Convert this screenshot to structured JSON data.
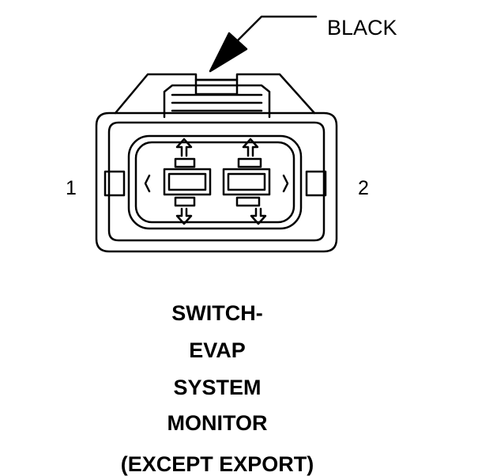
{
  "callout": {
    "label": "BLACK"
  },
  "pins": {
    "left": "1",
    "right": "2"
  },
  "title_lines": [
    "SWITCH-",
    "EVAP",
    "SYSTEM",
    "MONITOR",
    "(EXCEPT EXPORT)"
  ],
  "colors": {
    "line": "#000000",
    "background": "#ffffff"
  }
}
